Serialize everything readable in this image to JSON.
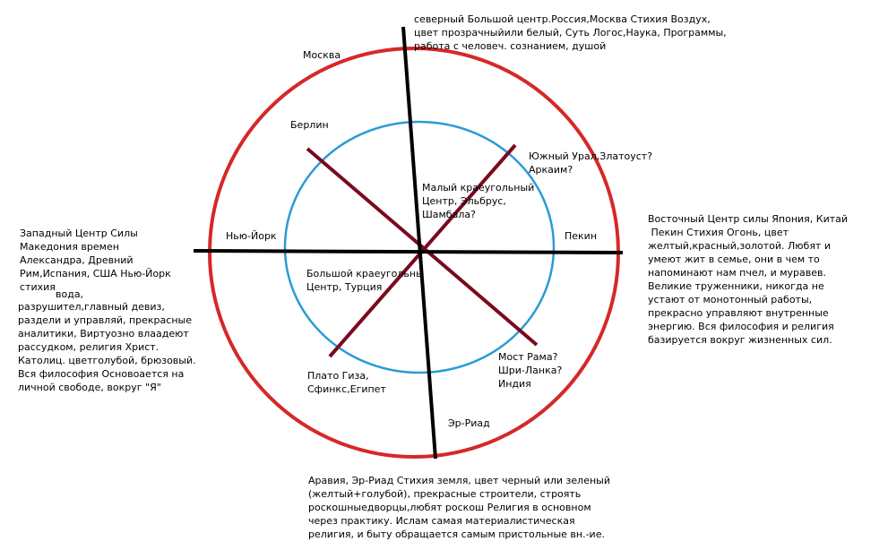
{
  "colors": {
    "outer_circle": "#d62828",
    "inner_circle": "#2a9bd6",
    "axis_lines": "#000000",
    "diagonal_lines": "#7a0a1e",
    "background": "#ffffff"
  },
  "labels": {
    "moscow": "Москва",
    "berlin": "Берлин",
    "new_york": "Нью-Йорк",
    "beijing": "Пекин",
    "er_riad": "Эр-Риад",
    "south_ural": "Южный Урал,Златоуст?\nАркаим?",
    "small_center": "Малый краеугольный\nЦентр, Эльбрус,\nШамбала?",
    "big_center": "Большой краеугольны\nЦентр, Турция",
    "rama_bridge": "Мост Рама?\nШри-Ланка?\nИндия",
    "giza": "Плато Гиза,\nСфинкс,Египет"
  },
  "descriptions": {
    "north": "северный Большой центр.Россия,Москва Стихия Воздух,\nцвет прозрачныйили белый, Суть Логос,Наука, Программы,\nработа с человеч. сознанием, душой",
    "west_top": "Западный Центр Силы\nМакедония времен\nАлександра, Древний\nРим,Испания, США Нью-Йорк\nстихия",
    "west_water": "вода,",
    "west_bottom": "разрушител,главный девиз,\nраздели и управляй, прекрасные\nаналитики, Виртуозно влаадеют\nрассудком, религия Христ.\nКатолиц. цветголубой, брюзовый.\nВся философия Основоается на\nличной свободе, вокруг \"Я\"",
    "east": "Восточный Центр силы Япония, Китай\n Пекин Стихия Огонь, цвет\nжелтый,красный,золотой. Любят и\nумеют жит в семье, они в чем то\nнапоминают нам пчел, и муравев.\nВеликие труженники, никогда не\nустают от монотонный работы,\nпрекрасно управляют внутренные\nэнергию. Вся философия и религия\nбазируется вокруг жизненных сил.",
    "south": "Аравия, Эр-Риад Стихия земля, цвет черный или зеленый\n(желтый+голубой), прекрасные строители, строять\nроскошныедворцы,любят роскош Религия в основном\nчерез практику. Ислам самая материалистическая\nрелигия, и быту обращается самым пристольные вн.-ие."
  }
}
